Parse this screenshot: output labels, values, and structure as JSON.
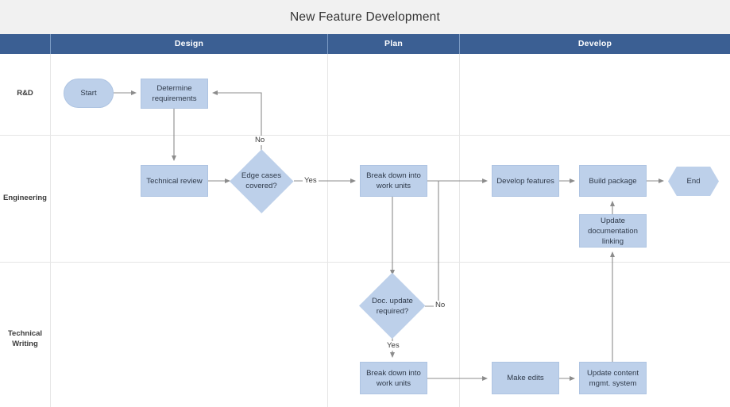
{
  "diagram": {
    "title": "New Feature Development",
    "type": "swimlane-flowchart",
    "colors": {
      "title_band": "#f1f1f1",
      "header_band": "#3b5f93",
      "header_text": "#ffffff",
      "node_fill": "#bdd0ea",
      "node_border": "#aec4e2",
      "node_text": "#2f3a4a",
      "connector": "#8c8c8c",
      "grid_line": "#e6e6e6"
    },
    "columns": [
      {
        "id": "col-design",
        "label": "Design"
      },
      {
        "id": "col-plan",
        "label": "Plan"
      },
      {
        "id": "col-develop",
        "label": "Develop"
      }
    ],
    "lanes": [
      {
        "id": "lane-rd",
        "label": "R&D"
      },
      {
        "id": "lane-engineering",
        "label": "Engineering"
      },
      {
        "id": "lane-technical-writing",
        "label": "Technical Writing"
      }
    ],
    "nodes": [
      {
        "id": "start",
        "label": "Start",
        "shape": "terminator",
        "lane": "R&D",
        "column": "Design"
      },
      {
        "id": "determine-req",
        "label": "Determine requirements",
        "shape": "process",
        "lane": "R&D",
        "column": "Design"
      },
      {
        "id": "technical-review",
        "label": "Technical review",
        "shape": "process",
        "lane": "Engineering",
        "column": "Design"
      },
      {
        "id": "edge-cases",
        "label": "Edge cases covered?",
        "shape": "decision",
        "lane": "Engineering",
        "column": "Design"
      },
      {
        "id": "break-down-eng",
        "label": "Break down into work units",
        "shape": "process",
        "lane": "Engineering",
        "column": "Plan"
      },
      {
        "id": "develop-features",
        "label": "Develop features",
        "shape": "process",
        "lane": "Engineering",
        "column": "Develop"
      },
      {
        "id": "build-package",
        "label": "Build package",
        "shape": "process",
        "lane": "Engineering",
        "column": "Develop"
      },
      {
        "id": "end",
        "label": "End",
        "shape": "terminator-hex",
        "lane": "Engineering",
        "column": "Develop"
      },
      {
        "id": "update-doc-linking",
        "label": "Update documentation linking",
        "shape": "process",
        "lane": "Engineering",
        "column": "Develop"
      },
      {
        "id": "doc-update",
        "label": "Doc. update required?",
        "shape": "decision",
        "lane": "Technical Writing",
        "column": "Plan"
      },
      {
        "id": "break-down-tw",
        "label": "Break down into work units",
        "shape": "process",
        "lane": "Technical Writing",
        "column": "Plan"
      },
      {
        "id": "make-edits",
        "label": "Make edits",
        "shape": "process",
        "lane": "Technical Writing",
        "column": "Develop"
      },
      {
        "id": "update-cms",
        "label": "Update content mgmt. system",
        "shape": "process",
        "lane": "Technical Writing",
        "column": "Develop"
      }
    ],
    "edges": [
      {
        "from": "start",
        "to": "determine-req",
        "label": ""
      },
      {
        "from": "determine-req",
        "to": "technical-review",
        "label": ""
      },
      {
        "from": "technical-review",
        "to": "edge-cases",
        "label": ""
      },
      {
        "from": "edge-cases",
        "to": "determine-req",
        "label": "No"
      },
      {
        "from": "edge-cases",
        "to": "break-down-eng",
        "label": "Yes"
      },
      {
        "from": "break-down-eng",
        "to": "develop-features",
        "label": ""
      },
      {
        "from": "break-down-eng",
        "to": "doc-update",
        "label": ""
      },
      {
        "from": "develop-features",
        "to": "build-package",
        "label": ""
      },
      {
        "from": "build-package",
        "to": "end",
        "label": ""
      },
      {
        "from": "update-doc-linking",
        "to": "build-package",
        "label": ""
      },
      {
        "from": "doc-update",
        "to": "develop-features",
        "label": "No"
      },
      {
        "from": "doc-update",
        "to": "break-down-tw",
        "label": "Yes"
      },
      {
        "from": "break-down-tw",
        "to": "make-edits",
        "label": ""
      },
      {
        "from": "make-edits",
        "to": "update-cms",
        "label": ""
      },
      {
        "from": "update-cms",
        "to": "update-doc-linking",
        "label": ""
      }
    ],
    "edge_labels": {
      "edge_no_top": "No",
      "edge_yes_mid": "Yes",
      "edge_no_mid": "No",
      "edge_yes_bottom": "Yes"
    }
  }
}
